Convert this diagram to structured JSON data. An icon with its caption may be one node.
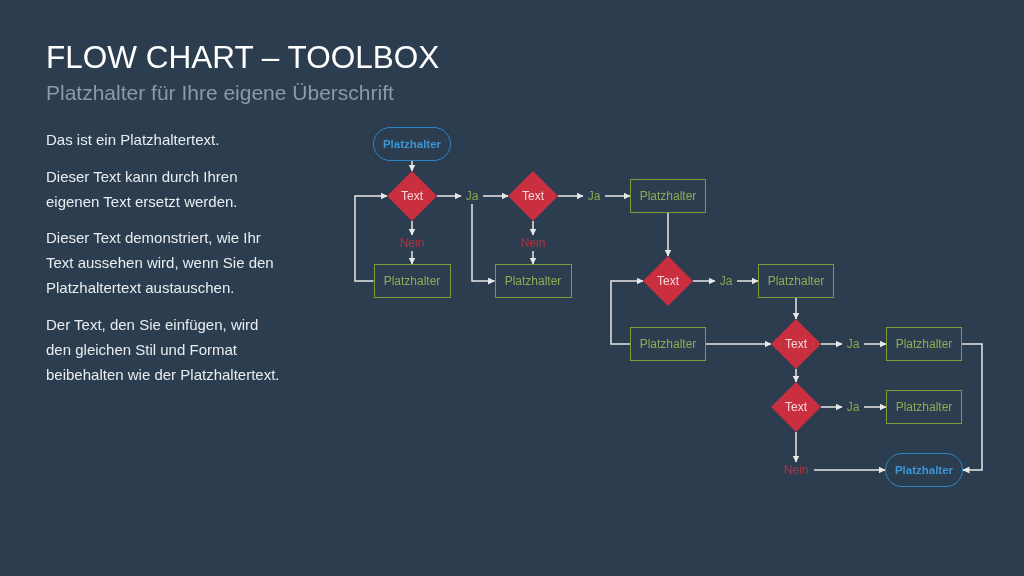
{
  "diagram": {
    "title": "FLOW CHART – TOOLBOX",
    "nodes": [
      {
        "text": [
          "Platzhalter"
        ]
      },
      {
        "text": [
          "Text"
        ]
      },
      {
        "text": [
          "Ja"
        ]
      },
      {
        "text": [
          "Text"
        ]
      },
      {
        "text": [
          "Ja"
        ]
      },
      {
        "text": [
          "Platzhalter"
        ]
      },
      {
        "text": [
          "Nein"
        ]
      },
      {
        "text": [
          "Nein"
        ]
      },
      {
        "text": [
          "Platzhalter"
        ]
      },
      {
        "text": [
          "Platzhalter"
        ]
      },
      {
        "text": [
          "Text"
        ]
      },
      {
        "text": [
          "Ja"
        ]
      },
      {
        "text": [
          "Platzhalter"
        ]
      },
      {
        "text": [
          "Platzhalter"
        ]
      },
      {
        "text": [
          "Text"
        ]
      },
      {
        "text": [
          "Ja"
        ]
      },
      {
        "text": [
          "Platzhalter"
        ]
      },
      {
        "text": [
          "Text"
        ]
      },
      {
        "text": [
          "Ja"
        ]
      },
      {
        "text": [
          "Platzhalter"
        ]
      },
      {
        "text": [
          "Nein"
        ]
      },
      {
        "text": [
          "Platzhalter"
        ]
      }
    ],
    "edges": [
      {
        "from": 0,
        "to": 1,
        "arrow": "to"
      },
      {
        "from": 1,
        "to": 2,
        "arrow": "to"
      },
      {
        "from": 2,
        "to": 3,
        "arrow": "to"
      },
      {
        "from": 3,
        "to": 4,
        "arrow": "to"
      },
      {
        "from": 4,
        "to": 5,
        "arrow": "to"
      },
      {
        "from": 1,
        "to": 6,
        "arrow": "to"
      },
      {
        "from": 6,
        "to": 8,
        "arrow": "to"
      },
      {
        "from": 3,
        "to": 7,
        "arrow": "to"
      },
      {
        "from": 7,
        "to": 9,
        "arrow": "to"
      },
      {
        "from": 2,
        "to": 9,
        "arrow": "to"
      },
      {
        "from": 8,
        "to": 1,
        "arrow": "to"
      },
      {
        "from": 5,
        "to": 10,
        "arrow": "to"
      },
      {
        "from": 10,
        "to": 11,
        "arrow": "to"
      },
      {
        "from": 11,
        "to": 12,
        "arrow": "to"
      },
      {
        "from": 13,
        "to": 10,
        "arrow": "to"
      },
      {
        "from": 13,
        "to": 14,
        "arrow": "to"
      },
      {
        "from": 12,
        "to": 14,
        "arrow": "to"
      },
      {
        "from": 14,
        "to": 15,
        "arrow": "to"
      },
      {
        "from": 15,
        "to": 16,
        "arrow": "to"
      },
      {
        "from": 14,
        "to": 17,
        "arrow": "to"
      },
      {
        "from": 17,
        "to": 18,
        "arrow": "to"
      },
      {
        "from": 18,
        "to": 19,
        "arrow": "to"
      },
      {
        "from": 17,
        "to": 20,
        "arrow": "to"
      },
      {
        "from": 20,
        "to": 21,
        "arrow": "to"
      },
      {
        "from": 16,
        "to": 21,
        "arrow": "to"
      }
    ],
    "labels": [
      "Platzhalter für Ihre eigene Überschrift",
      "Das ist ein Platzhaltertext.",
      "Dieser Text kann durch Ihren eigenen Text ersetzt werden.",
      "Dieser Text demonstriert, wie Ihr Text aussehen wird, wenn Sie den Platzhaltertext austauschen.",
      "Der Text, den Sie einfügen, wird den gleichen Stil und Format beibehalten wie der Platzhaltertext."
    ]
  }
}
